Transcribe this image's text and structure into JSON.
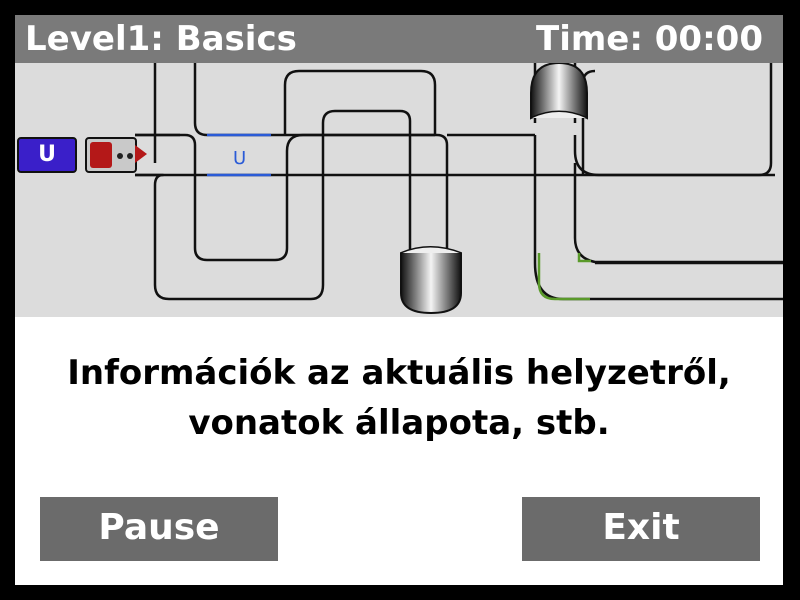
{
  "header": {
    "level_title": "Level1: Basics",
    "time_label": "Time: 00:00"
  },
  "board": {
    "train": {
      "wagon_label": "U",
      "wagon_color": "#3a1fc9",
      "engine_color": "#b41818"
    },
    "station_label": "U",
    "station_color": "#2a5bd7",
    "track_color": "#111111",
    "active_track_color": "#5a9a2a"
  },
  "info": {
    "line1": "Információk az aktuális helyzetről,",
    "line2": "vonatok állapota, stb."
  },
  "buttons": {
    "pause_label": "Pause",
    "exit_label": "Exit"
  }
}
